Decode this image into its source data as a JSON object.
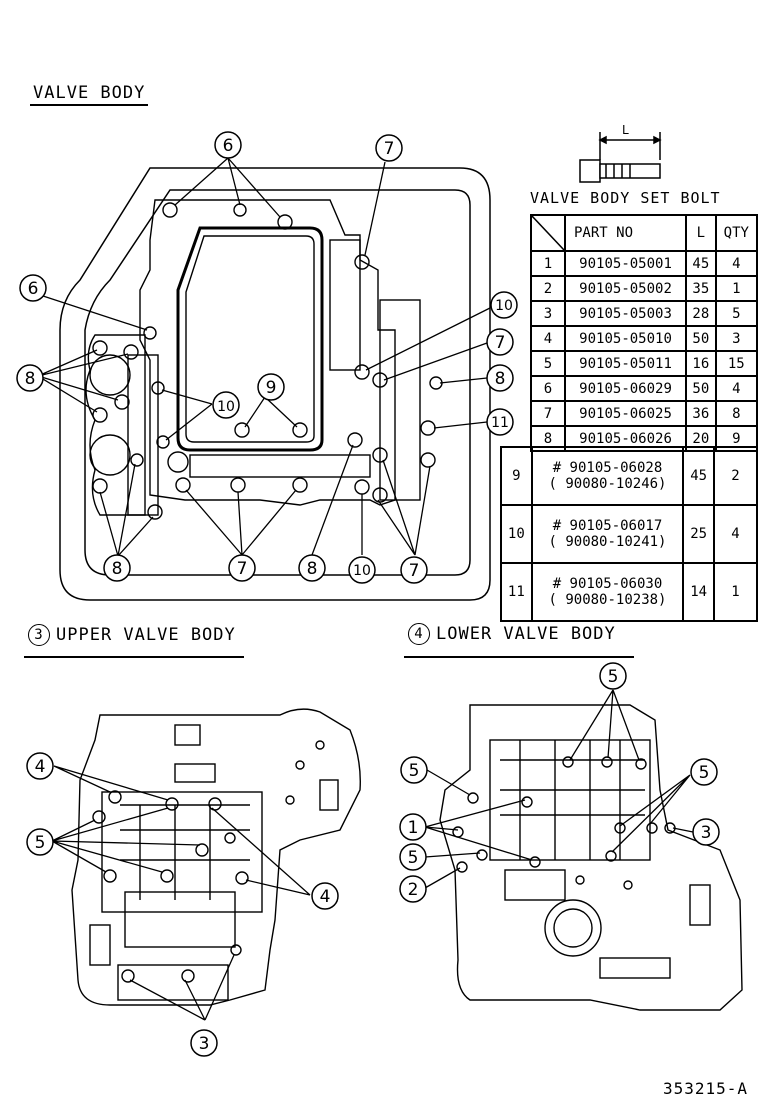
{
  "titles": {
    "main": "VALVE BODY",
    "upper_num": "3",
    "upper": "UPPER VALVE BODY",
    "lower_num": "4",
    "lower": "LOWER VALVE BODY"
  },
  "bolt_table": {
    "title": "VALVE BODY SET BOLT",
    "dimension_label": "L",
    "headers": {
      "part_no": "PART NO",
      "l": "L",
      "qty": "QTY"
    },
    "rows": [
      {
        "n": "1",
        "part": "90105-05001",
        "l": "45",
        "qty": "4"
      },
      {
        "n": "2",
        "part": "90105-05002",
        "l": "35",
        "qty": "1"
      },
      {
        "n": "3",
        "part": "90105-05003",
        "l": "28",
        "qty": "5"
      },
      {
        "n": "4",
        "part": "90105-05010",
        "l": "50",
        "qty": "3"
      },
      {
        "n": "5",
        "part": "90105-05011",
        "l": "16",
        "qty": "15"
      },
      {
        "n": "6",
        "part": "90105-06029",
        "l": "50",
        "qty": "4"
      },
      {
        "n": "7",
        "part": "90105-06025",
        "l": "36",
        "qty": "8"
      },
      {
        "n": "8",
        "part": "90105-06026",
        "l": "20",
        "qty": "9"
      },
      {
        "n": "9",
        "part": "# 90105-06028",
        "alt": "( 90080-10246)",
        "l": "45",
        "qty": "2"
      },
      {
        "n": "10",
        "part": "# 90105-06017",
        "alt": "( 90080-10241)",
        "l": "25",
        "qty": "4"
      },
      {
        "n": "11",
        "part": "# 90105-06030",
        "alt": "( 90080-10238)",
        "l": "14",
        "qty": "1"
      }
    ]
  },
  "callouts": {
    "c6a": "6",
    "c7a": "7",
    "c6b": "6",
    "c8a": "8",
    "c9": "9",
    "c10a": "10",
    "c10b": "10",
    "c7b": "7",
    "c8b": "8",
    "c11": "11",
    "c8c": "8",
    "c7c": "7",
    "c8d": "8",
    "c10c": "10",
    "c7d": "7",
    "u4a": "4",
    "u5a": "5",
    "u4b": "4",
    "u3": "3",
    "l5a": "5",
    "l5b": "5",
    "l5c": "5",
    "l1": "1",
    "l5d": "5",
    "l2": "2",
    "l3": "3"
  },
  "drawing_code": "353215-A"
}
